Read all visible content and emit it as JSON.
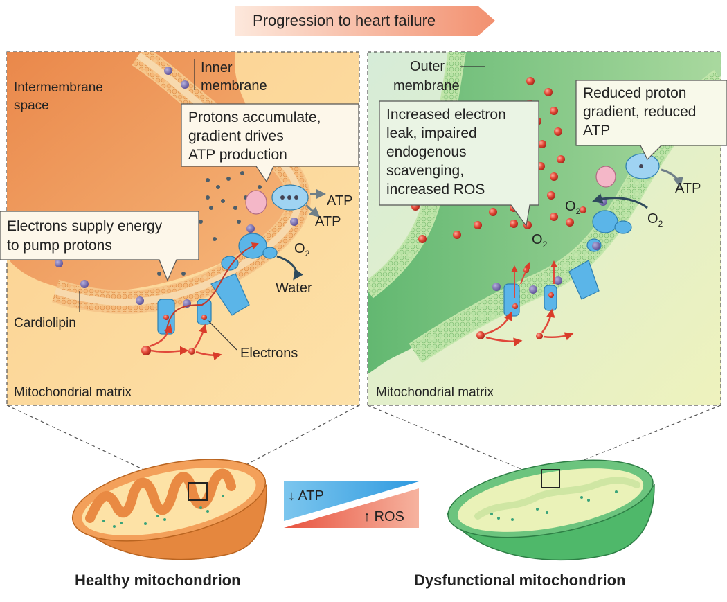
{
  "header": {
    "arrow_label": "Progression to heart failure"
  },
  "healthy_panel": {
    "intermembrane_label_1": "Intermembrane",
    "intermembrane_label_2": "space",
    "inner_membrane_label_1": "Inner",
    "inner_membrane_label_2": "membrane",
    "callout_protons_1": "Protons accumulate,",
    "callout_protons_2": "gradient drives",
    "callout_protons_3": "ATP production",
    "callout_electrons_1": "Electrons supply energy",
    "callout_electrons_2": "to pump protons",
    "atp_1": "ATP",
    "atp_2": "ATP",
    "o2": "O",
    "o2_sub": "2",
    "water": "Water",
    "cardiolipin": "Cardiolipin",
    "electrons": "Electrons",
    "matrix": "Mitochondrial matrix"
  },
  "dysfunctional_panel": {
    "outer_membrane_label_1": "Outer",
    "outer_membrane_label_2": "membrane",
    "callout_leak_1": "Increased electron",
    "callout_leak_2": "leak, impaired",
    "callout_leak_3": "endogenous",
    "callout_leak_4": "scavenging,",
    "callout_leak_5": "increased ROS",
    "callout_gradient_1": "Reduced proton",
    "callout_gradient_2": "gradient, reduced",
    "callout_gradient_3": "ATP",
    "atp": "ATP",
    "o2_a": "O",
    "o2_a_sub": "2",
    "o2_b": "O",
    "o2_b_sub": "2",
    "o2_c": "O",
    "o2_c_sub": "2",
    "matrix": "Mitochondrial matrix"
  },
  "legend": {
    "atp_down": "↓ ATP",
    "ros_up": "↑ ROS"
  },
  "captions": {
    "healthy": "Healthy mitochondrion",
    "dysfunctional": "Dysfunctional mitochondrion"
  },
  "colors": {
    "healthy_bg": "#fbd89a",
    "healthy_membrane": "#f2a35e",
    "dysfunctional_bg": "#e9efb6",
    "dysfunctional_membrane": "#74c27f",
    "protein_blue": "#5bb5e8",
    "ros_red": "#e0483a",
    "arrow_salmon": "#f39b7f"
  }
}
